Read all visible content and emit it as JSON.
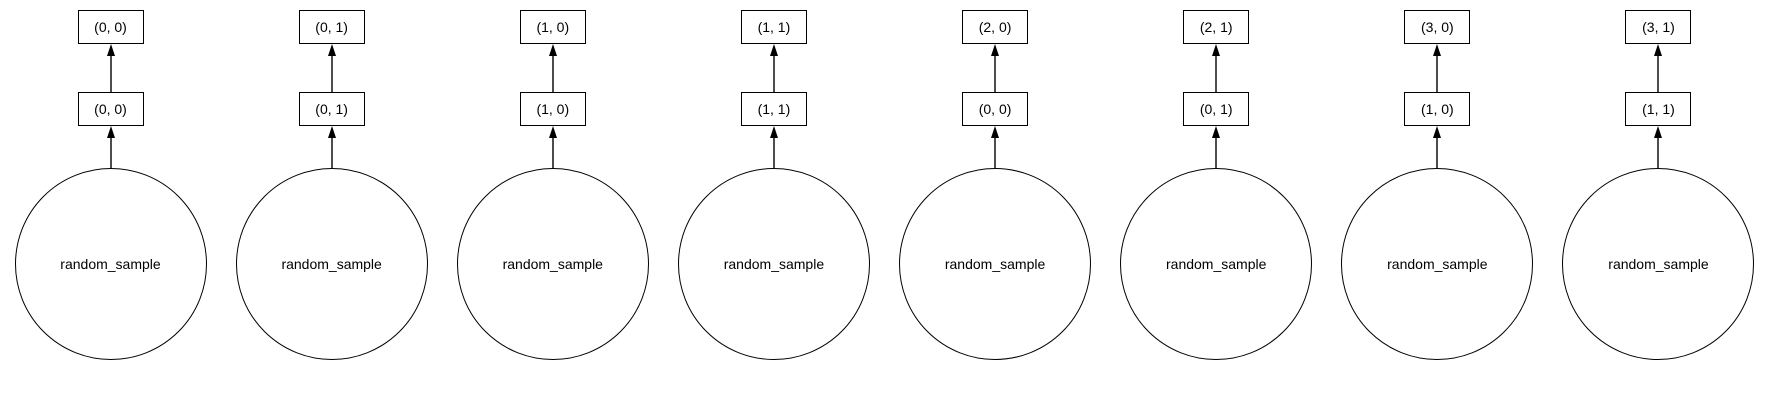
{
  "diagram": {
    "type": "graph",
    "description": "Eight independent vertical chains; each chain is a random_sample circle node with an arrow up to an index box, and another arrow up to a second index box.",
    "colors": {
      "background": "#ffffff",
      "node_fill": "#ffffff",
      "stroke": "#000000",
      "text": "#000000"
    },
    "columns": [
      {
        "top_label": "(0, 0)",
        "mid_label": "(0, 0)",
        "node_label": "random_sample"
      },
      {
        "top_label": "(0, 1)",
        "mid_label": "(0, 1)",
        "node_label": "random_sample"
      },
      {
        "top_label": "(1, 0)",
        "mid_label": "(1, 0)",
        "node_label": "random_sample"
      },
      {
        "top_label": "(1, 1)",
        "mid_label": "(1, 1)",
        "node_label": "random_sample"
      },
      {
        "top_label": "(2, 0)",
        "mid_label": "(0, 0)",
        "node_label": "random_sample"
      },
      {
        "top_label": "(2, 1)",
        "mid_label": "(0, 1)",
        "node_label": "random_sample"
      },
      {
        "top_label": "(3, 0)",
        "mid_label": "(1, 0)",
        "node_label": "random_sample"
      },
      {
        "top_label": "(3, 1)",
        "mid_label": "(1, 1)",
        "node_label": "random_sample"
      }
    ]
  }
}
